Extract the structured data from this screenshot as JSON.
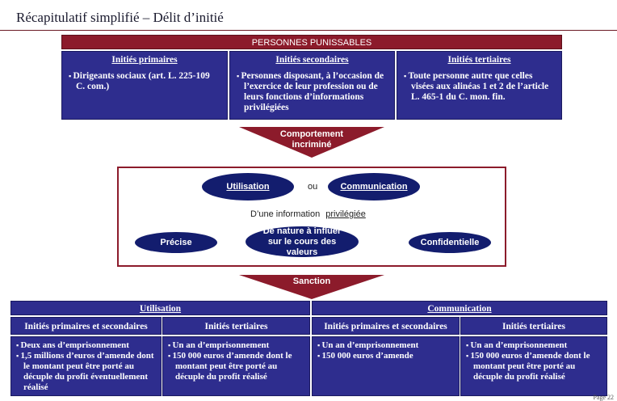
{
  "title": "Récapitulatif simplifié – Délit d’initié",
  "banner": "PERSONNES PUNISSABLES",
  "persons": [
    {
      "header": "Initiés primaires",
      "items": [
        "Dirigeants sociaux (art. L. 225-109 C. com.)"
      ]
    },
    {
      "header": "Initiés secondaires",
      "items": [
        "Personnes disposant, à l’occasion de l’exercice de leur profession ou de leurs fonctions d’informations privilégiées"
      ]
    },
    {
      "header": "Initiés tertiaires",
      "items": [
        "Toute personne autre que celles visées aux alinéas 1 et 2 de l’article L. 465-1 du C. mon. fin."
      ]
    }
  ],
  "arrow1": "Comportement incriminé",
  "behavior": {
    "utilisation": "Utilisation",
    "ou": "ou",
    "communication": "Communication",
    "info_prefix": "D’une information",
    "info_word": "privilégiée",
    "precise": "Précise",
    "influence": "De nature à influer sur le cours des valeurs",
    "confidentielle": "Confidentielle"
  },
  "arrow2": "Sanction",
  "sanctions": {
    "utilisation": {
      "header": "Utilisation",
      "primary_header": "Initiés primaires et secondaires",
      "primary_items": [
        "Deux ans d’emprisonnement",
        "1,5 millions d’euros d’amende dont le montant peut être porté au décuple du profit éventuellement réalisé"
      ],
      "tertiary_header": "Initiés tertiaires",
      "tertiary_items": [
        "Un an d’emprisonnement",
        "150 000 euros d’amende dont le montant peut être porté au décuple du profit réalisé"
      ]
    },
    "communication": {
      "header": "Communication",
      "primary_header": "Initiés primaires et secondaires",
      "primary_items": [
        "Un an d’emprisonnement",
        "150 000 euros d’amende"
      ],
      "tertiary_header": "Initiés tertiaires",
      "tertiary_items": [
        "Un an d’emprisonnement",
        "150 000 euros d’amende dont le montant peut être porté au décuple du profit réalisé"
      ]
    }
  },
  "page_number": "Page 22",
  "colors": {
    "maroon": "#8c1b2b",
    "navy": "#2e2d8e",
    "dark_navy": "#131d6e"
  }
}
